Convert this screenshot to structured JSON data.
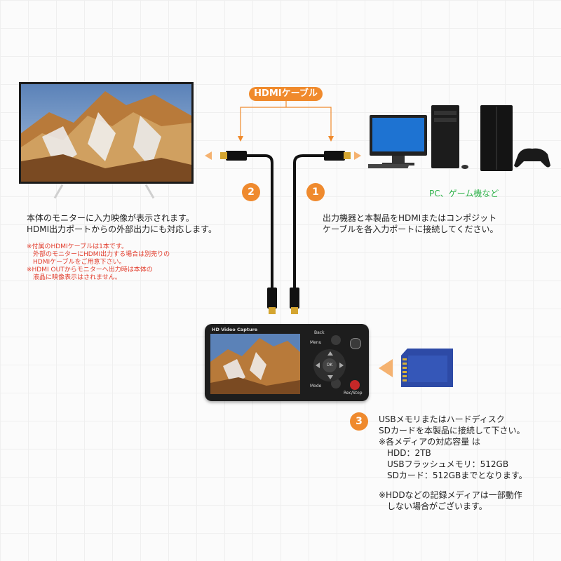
{
  "cable_label": "HDMIケーブル",
  "badges": {
    "one": "1",
    "two": "2",
    "three": "3"
  },
  "source_caption": "PC、ゲーム機など",
  "step1_text": [
    "出力機器と本製品をHDMIまたはコンポジット",
    "ケーブルを各入力ポートに接続してください。"
  ],
  "step2_text": [
    "本体のモニターに入力映像が表示されます。",
    "HDMI出力ポートからの外部出力にも対応します。"
  ],
  "step2_notes": [
    "※付属のHDMIケーブルは1本です。",
    "　外部のモニターにHDMI出力する場合は別売りの",
    "　HDMIケーブルをご用意下さい。",
    "※HDMI OUTからモニターへ出力時は本体の",
    "　液晶に映像表示はされません。"
  ],
  "step3_text": [
    "USBメモリまたはハードディスク",
    "SDカードを本製品に接続して下さい。",
    "※各メディアの対応容量 は",
    "　HDD：2TB",
    "　USBフラッシュメモリ：512GB",
    "　SDカード：512GBまでとなります。",
    "",
    "※HDDなどの記録メディアは一部動作",
    "　しない場合がございます。"
  ],
  "device": {
    "brand": "HD  Video Capture",
    "back": "Back",
    "menu": "Menu",
    "ok": "OK",
    "mode": "Mode",
    "rec_stop": "Rec/Stop"
  },
  "colors": {
    "accent": "#f08a2c",
    "note_red": "#e23c2c",
    "green": "#2fb24a",
    "sd_blue": "#2d4aa6"
  },
  "icons": [
    "tv-icon",
    "desktop-pc-icon",
    "game-console-icon",
    "hdmi-plug-icon",
    "sd-card-icon",
    "arrow-icon"
  ]
}
